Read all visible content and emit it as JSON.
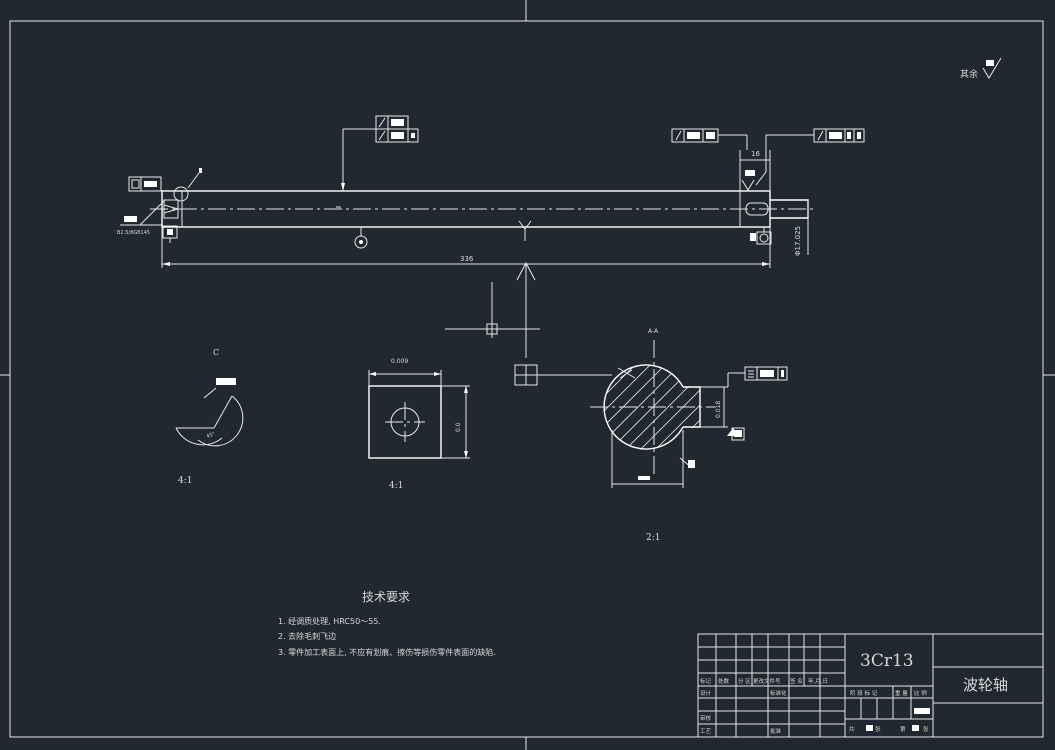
{
  "drawing": {
    "surface_note": "其余",
    "dims": {
      "total_length": "336",
      "end_length": "16",
      "end_dia": "Φ17.025",
      "keyway_width": "0.018",
      "detail_view_width": "0.009",
      "detail_view_height": "0.0"
    },
    "small_labels": {
      "center_hole": "B2.5/8GB145",
      "view_c": "C",
      "section_aa": "A-A",
      "mark": "Y"
    },
    "scales": {
      "detail_c": "4:1",
      "detail_square": "4:1",
      "section": "2:1"
    }
  },
  "tech_requirements": {
    "title": "技术要求",
    "items": [
      "1.  经调质处理, HRC50～55.",
      "2.  去除毛刺飞边",
      "3.  零件加工表面上, 不应有划痕、擦伤等损伤零件表面的缺陷."
    ]
  },
  "title_block": {
    "material": "3Cr13",
    "part_name": "波轮轴",
    "revision_headers": [
      "标记",
      "处数",
      "分 区",
      "更改文件号",
      "签 名",
      "年,月,日"
    ],
    "row_labels": [
      "设计",
      "标准化",
      "审核",
      "工艺",
      "批准"
    ],
    "stage_headers": [
      "阶 段 标 记",
      "重 量",
      "比 例"
    ],
    "sheet": [
      "共",
      "张",
      "第",
      "张"
    ]
  },
  "colors": {
    "background": "#212830",
    "lines": "#e8e8e8"
  }
}
